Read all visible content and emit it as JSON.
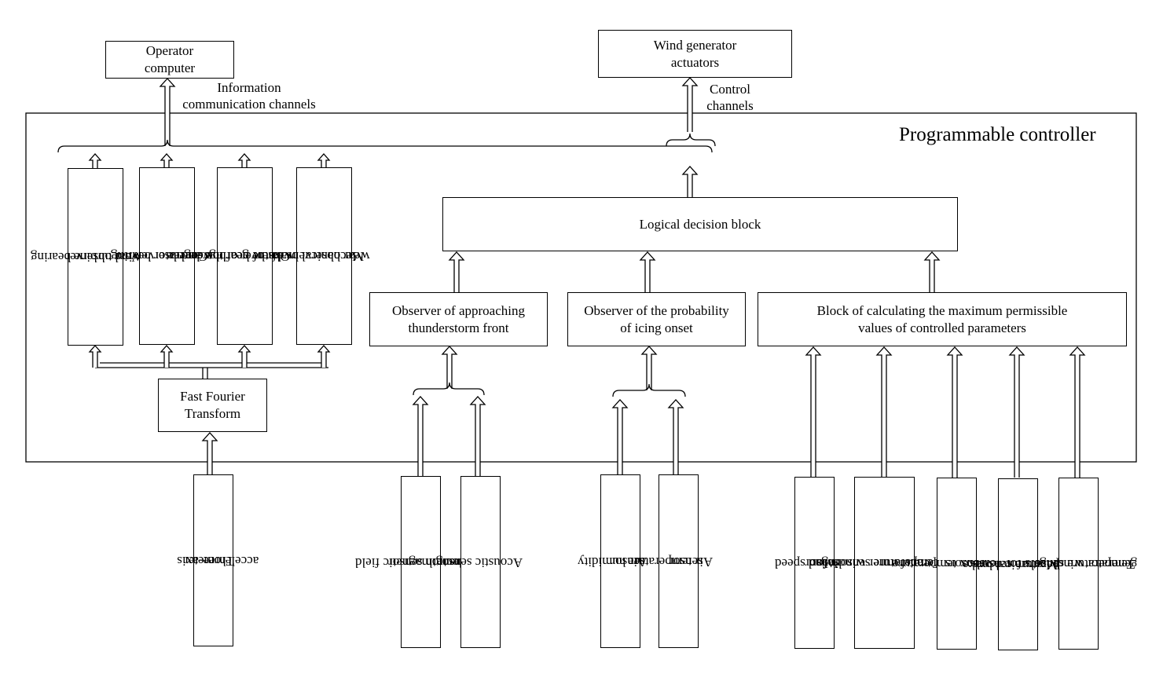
{
  "controller": {
    "title": "Programmable controller"
  },
  "external": {
    "operator": {
      "line1": "Operator",
      "line2": "computer"
    },
    "actuators": {
      "line1": "Wind generator",
      "line2": "actuators"
    },
    "info_channels": {
      "line1": "Information",
      "line2": "communication channels"
    },
    "control_channels": {
      "line1": "Control",
      "line2": "channels"
    }
  },
  "observers": [
    {
      "line1": "Wind turbine bearing",
      "line2": "wear observer"
    },
    {
      "line1": "Generator bearing",
      "line2": "wear observer"
    },
    {
      "line1": "Observer of the degree",
      "line2": "of wear of bearings and",
      "line3": "gears of the gearbox"
    },
    {
      "line1": "Mechanical brake",
      "line2": "wear observer"
    }
  ],
  "fft": {
    "line1": "Fast Fourier",
    "line2": "Transform"
  },
  "logic": {
    "label": "Logical decision block"
  },
  "thunder": {
    "line1": "Observer of approaching",
    "line2": "thunderstorm front"
  },
  "icing": {
    "line1": "Observer of the probability",
    "line2": "of icing onset"
  },
  "maxblock": {
    "line1": "Block of calculating the maximum permissible",
    "line2": "values of controlled parameters"
  },
  "sensors": [
    {
      "line1": "Three-axis",
      "line2": "accelerometer"
    },
    {
      "line1": "Electromagnetic field",
      "line2": "strength sensor"
    },
    {
      "line1": "Acoustic sensor",
      "line2": ""
    },
    {
      "line1": "Air humidity",
      "line2": "sensor"
    },
    {
      "line1": "Air temperature",
      "line2": "sensor"
    },
    {
      "line1": "Wind speed",
      "line2": "sensor"
    },
    {
      "line1": "Temperature sensors for",
      "line2": "power transformer windings"
    },
    {
      "line1": "Gearbox temperature",
      "line2": "sensors"
    },
    {
      "line1": "Mechanical brake",
      "line2": "temperature sensors"
    },
    {
      "line1": "Temperature sensors for",
      "line2": "generator windings"
    }
  ]
}
